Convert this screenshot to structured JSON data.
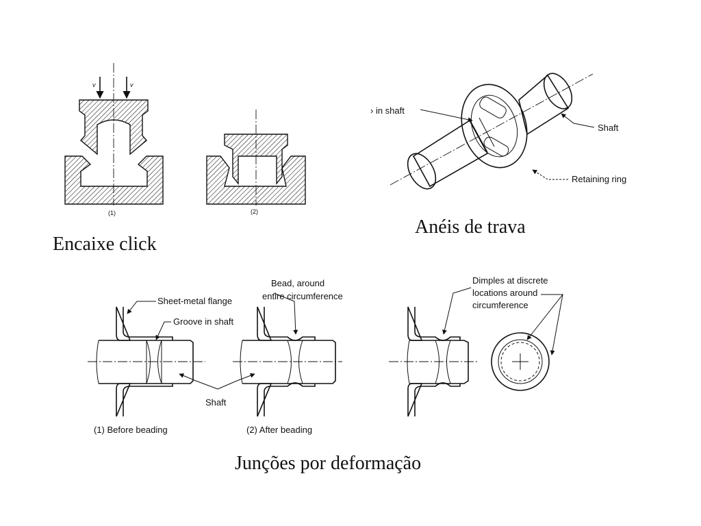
{
  "captions": {
    "snap_fit": "Encaixe click",
    "retaining_rings": "Anéis de trava",
    "deformation_joints": "Junções por deformação"
  },
  "snap_fit_figure": {
    "velocity_label_left": "v",
    "velocity_label_right": "v",
    "step_1_label": "(1)",
    "step_2_label": "(2)"
  },
  "retaining_ring_figure": {
    "groove_label": "› in shaft",
    "shaft_label": "Shaft",
    "ring_label": "Retaining ring"
  },
  "beading_figure": {
    "flange_label": "Sheet-metal flange",
    "groove_label": "Groove in shaft",
    "bead_label_line1": "Bead, around",
    "bead_label_line2": "entire circumference",
    "shaft_label": "Shaft",
    "before_label": "(1) Before beading",
    "after_label": "(2) After beading"
  },
  "dimpling_figure": {
    "dimples_label_line1": "Dimples at discrete",
    "dimples_label_line2": "locations around",
    "dimples_label_line3": "circumference"
  }
}
